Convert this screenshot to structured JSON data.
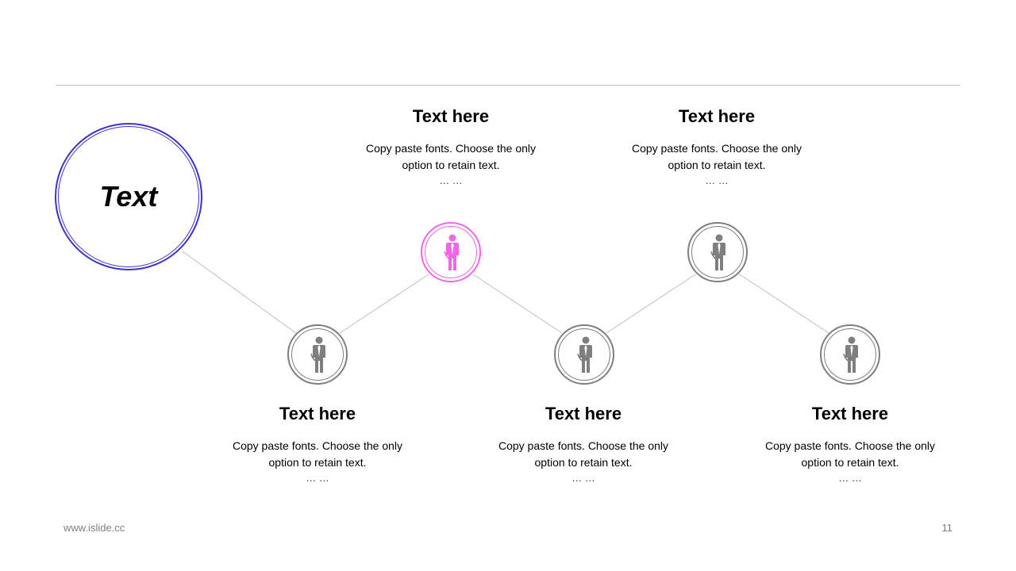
{
  "main": {
    "label": "Text"
  },
  "steps": [
    {
      "title": "Text here",
      "desc_line1": "Copy paste fonts. Choose the only",
      "desc_line2": "option to retain text.",
      "ellipsis": "… …",
      "icon": "businessman-icon",
      "color": "#7f7f7f"
    },
    {
      "title": "Text here",
      "desc_line1": "Copy paste fonts. Choose the only",
      "desc_line2": "option to retain text.",
      "ellipsis": "… …",
      "icon": "businessman-icon",
      "color": "#ee67e6"
    },
    {
      "title": "Text here",
      "desc_line1": "Copy paste fonts. Choose the only",
      "desc_line2": "option to retain text.",
      "ellipsis": "… …",
      "icon": "businessman-icon",
      "color": "#7f7f7f"
    },
    {
      "title": "Text here",
      "desc_line1": "Copy paste fonts. Choose the only",
      "desc_line2": "option to retain text.",
      "ellipsis": "… …",
      "icon": "businessman-icon",
      "color": "#7f7f7f"
    },
    {
      "title": "Text here",
      "desc_line1": "Copy paste fonts. Choose the only",
      "desc_line2": "option to retain text.",
      "ellipsis": "… …",
      "icon": "businessman-icon",
      "color": "#7f7f7f"
    }
  ],
  "footer": {
    "website": "www.islide.cc",
    "page_number": "11"
  },
  "colors": {
    "main_circle": "#3b32c8",
    "accent": "#ee67e6",
    "neutral": "#7f7f7f",
    "connector": "#bfbfbf"
  }
}
